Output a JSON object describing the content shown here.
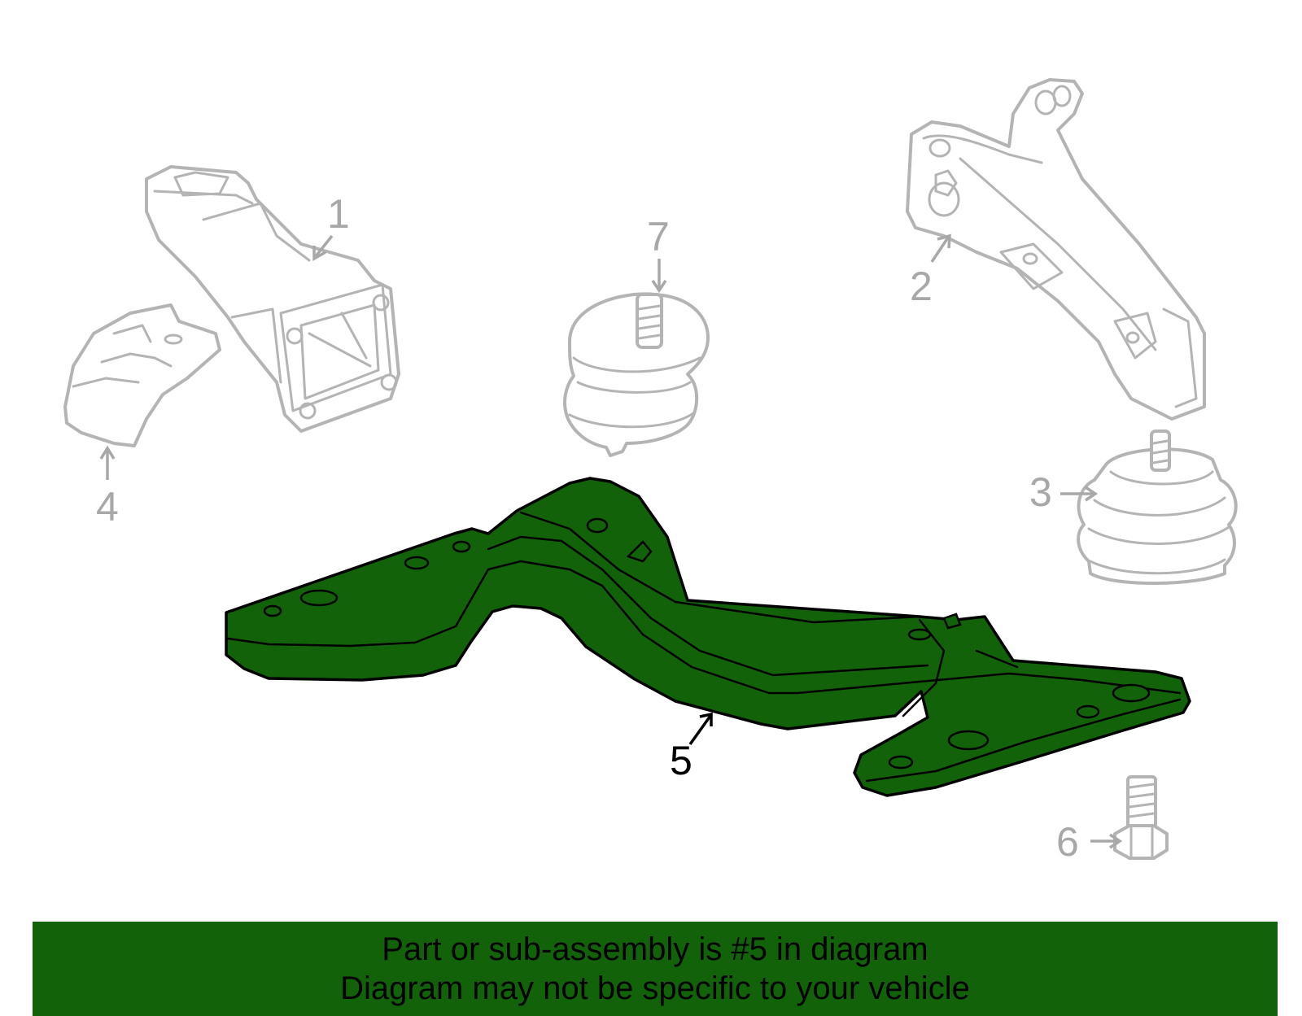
{
  "diagram": {
    "callouts": [
      {
        "id": "1",
        "label": "1"
      },
      {
        "id": "2",
        "label": "2"
      },
      {
        "id": "3",
        "label": "3"
      },
      {
        "id": "4",
        "label": "4"
      },
      {
        "id": "5",
        "label": "5"
      },
      {
        "id": "6",
        "label": "6"
      },
      {
        "id": "7",
        "label": "7"
      }
    ],
    "highlighted_part": "5",
    "colors": {
      "highlight": "#12620a",
      "ghost_outline": "#b4b4b4",
      "caption_bar": "#12620a"
    }
  },
  "caption": {
    "line1": "Part or sub-assembly is #5 in diagram",
    "line2": "Diagram may not be specific to your vehicle"
  }
}
